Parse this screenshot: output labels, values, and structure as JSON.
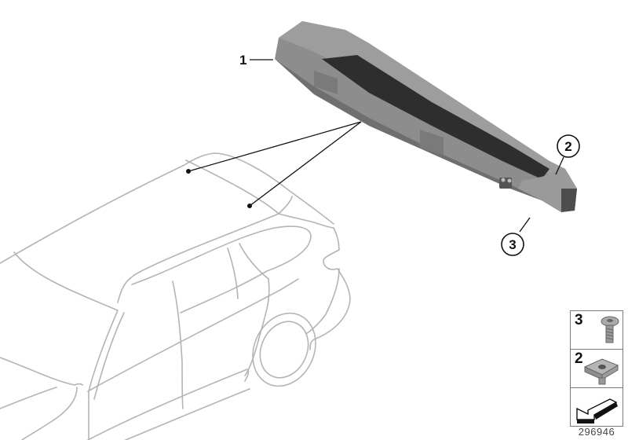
{
  "diagram": {
    "type": "parts-exploded-view",
    "subject": "vehicle roof-area trim bracket",
    "background": "#ffffff",
    "car_outline_color": "#b4b4b4",
    "part_colors": {
      "body": "#8a8a8a",
      "top_face": "#9c9c9c",
      "channel": "#2f2f2f",
      "shadow": "#5c5c5c"
    }
  },
  "callouts": [
    {
      "number": "1",
      "style": "plain",
      "position": "top-left of part"
    },
    {
      "number": "2",
      "style": "circled",
      "position": "right end of part"
    },
    {
      "number": "3",
      "style": "circled",
      "position": "below right end of part"
    }
  ],
  "location_markers": {
    "count": 2,
    "description": "two leader lines from part to roof of car outline"
  },
  "legend": {
    "items": [
      {
        "number": "3",
        "icon": "screw-icon",
        "label": "screw"
      },
      {
        "number": "2",
        "icon": "clip-nut-icon",
        "label": "clip nut"
      },
      {
        "number": "",
        "icon": "direction-arrow-icon",
        "label": "direction arrow"
      }
    ]
  },
  "diagram_id": "296946"
}
